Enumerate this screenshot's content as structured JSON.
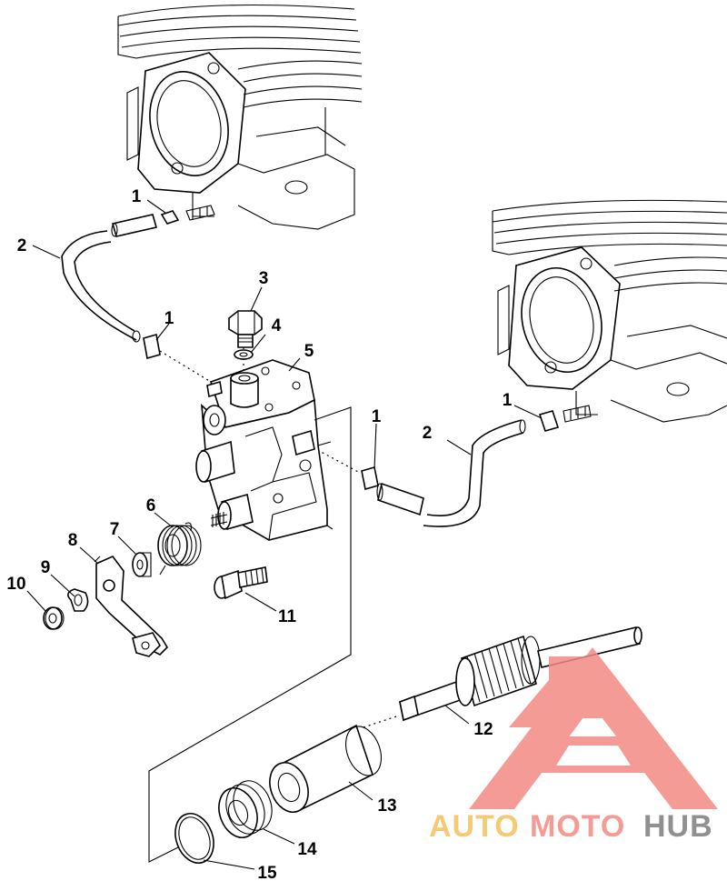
{
  "diagram": {
    "callouts": [
      {
        "id": "c1a",
        "label": "1"
      },
      {
        "id": "c1b",
        "label": "1"
      },
      {
        "id": "c1c",
        "label": "1"
      },
      {
        "id": "c1d",
        "label": "1"
      },
      {
        "id": "c2a",
        "label": "2"
      },
      {
        "id": "c2b",
        "label": "2"
      },
      {
        "id": "c3",
        "label": "3"
      },
      {
        "id": "c4",
        "label": "4"
      },
      {
        "id": "c5",
        "label": "5"
      },
      {
        "id": "c6",
        "label": "6"
      },
      {
        "id": "c7",
        "label": "7"
      },
      {
        "id": "c8",
        "label": "8"
      },
      {
        "id": "c9",
        "label": "9"
      },
      {
        "id": "c10",
        "label": "10"
      },
      {
        "id": "c11",
        "label": "11"
      },
      {
        "id": "c12",
        "label": "12"
      },
      {
        "id": "c13",
        "label": "13"
      },
      {
        "id": "c14",
        "label": "14"
      },
      {
        "id": "c15",
        "label": "15"
      }
    ]
  },
  "watermark": {
    "text_auto": "AUTO",
    "text_moto": "MOTO",
    "text_hub": "HUB",
    "color_auto": "#f5c15c",
    "color_moto": "#f48a84",
    "color_hub": "#7d7d7d",
    "logo_color": "#f48a84"
  }
}
